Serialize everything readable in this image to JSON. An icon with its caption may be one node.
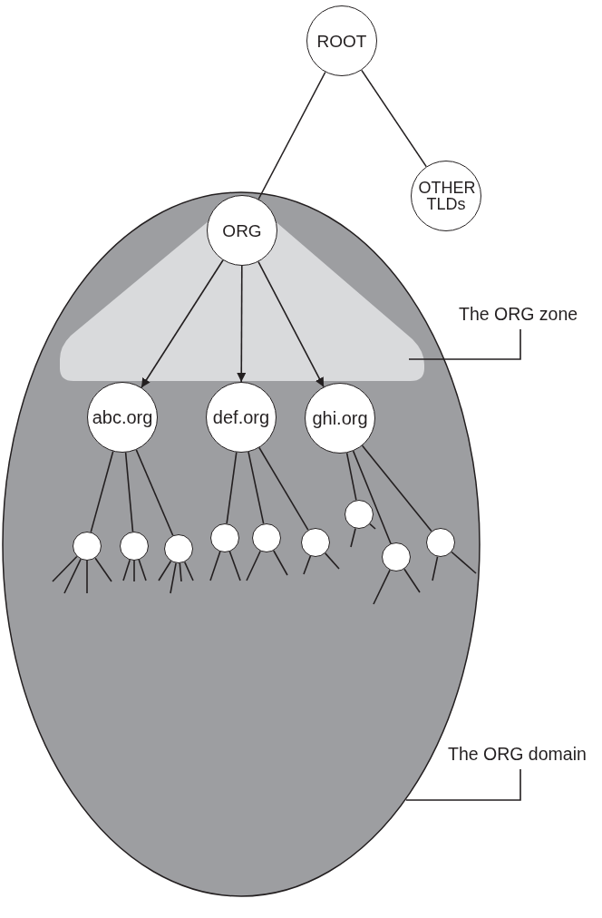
{
  "diagram": {
    "nodes": [
      {
        "text": [
          "ROOT"
        ]
      },
      {
        "text": [
          "OTHER TLDs"
        ]
      },
      {
        "text": [],
        "shape": "ellipse"
      },
      {
        "text": [],
        "shape": "triangle",
        "in": 2
      },
      {
        "text": [
          "ORG"
        ],
        "in": 3
      },
      {
        "text": [
          "The ORG zone"
        ]
      },
      {
        "text": [
          "abc.org"
        ],
        "in": 2
      },
      {
        "text": [
          "def.org"
        ],
        "in": 2
      },
      {
        "text": [
          "ghi.org"
        ],
        "in": 2
      },
      {
        "text": [],
        "shape": "circle",
        "in": 2
      },
      {
        "text": [],
        "shape": "circle",
        "in": 2
      },
      {
        "text": [],
        "shape": "circle",
        "in": 2
      },
      {
        "text": [],
        "shape": "circle",
        "in": 2
      },
      {
        "text": [],
        "shape": "circle",
        "in": 2
      },
      {
        "text": [],
        "shape": "circle",
        "in": 2
      },
      {
        "text": [],
        "shape": "circle",
        "in": 2
      },
      {
        "text": [],
        "shape": "circle",
        "in": 2
      },
      {
        "text": [],
        "shape": "circle",
        "in": 2
      },
      {
        "text": [
          "The ORG domain"
        ]
      }
    ],
    "edges": [
      {
        "from": 0,
        "to": 4,
        "arrow": "none"
      },
      {
        "from": 0,
        "to": 1,
        "arrow": "none"
      },
      {
        "from": 4,
        "to": 6,
        "arrow": "to"
      },
      {
        "from": 4,
        "to": 7,
        "arrow": "to"
      },
      {
        "from": 4,
        "to": 8,
        "arrow": "to"
      },
      {
        "from": 6,
        "to": 9,
        "arrow": "none"
      },
      {
        "from": 6,
        "to": 10,
        "arrow": "none"
      },
      {
        "from": 6,
        "to": 11,
        "arrow": "none"
      },
      {
        "from": 7,
        "to": 12,
        "arrow": "none"
      },
      {
        "from": 7,
        "to": 13,
        "arrow": "none"
      },
      {
        "from": 7,
        "to": 14,
        "arrow": "none"
      },
      {
        "from": 8,
        "to": 15,
        "arrow": "none"
      },
      {
        "from": 8,
        "to": 16,
        "arrow": "none"
      },
      {
        "from": 8,
        "to": 17,
        "arrow": "none"
      },
      {
        "from": 9,
        "to": null,
        "arrow": "none"
      },
      {
        "from": 9,
        "to": null,
        "arrow": "none"
      },
      {
        "from": 9,
        "to": null,
        "arrow": "none"
      },
      {
        "from": 9,
        "to": null,
        "arrow": "none"
      },
      {
        "from": 10,
        "to": null,
        "arrow": "none"
      },
      {
        "from": 10,
        "to": null,
        "arrow": "none"
      },
      {
        "from": 10,
        "to": null,
        "arrow": "none"
      },
      {
        "from": 11,
        "to": null,
        "arrow": "none"
      },
      {
        "from": 11,
        "to": null,
        "arrow": "none"
      },
      {
        "from": 11,
        "to": null,
        "arrow": "none"
      },
      {
        "from": 11,
        "to": null,
        "arrow": "none"
      },
      {
        "from": 12,
        "to": null,
        "arrow": "none"
      },
      {
        "from": 12,
        "to": null,
        "arrow": "none"
      },
      {
        "from": 13,
        "to": null,
        "arrow": "none"
      },
      {
        "from": 13,
        "to": null,
        "arrow": "none"
      },
      {
        "from": 14,
        "to": null,
        "arrow": "none"
      },
      {
        "from": 14,
        "to": null,
        "arrow": "none"
      },
      {
        "from": 15,
        "to": null,
        "arrow": "none"
      },
      {
        "from": 15,
        "to": null,
        "arrow": "none"
      },
      {
        "from": 16,
        "to": null,
        "arrow": "none"
      },
      {
        "from": 16,
        "to": null,
        "arrow": "none"
      },
      {
        "from": 17,
        "to": null,
        "arrow": "none"
      },
      {
        "from": 17,
        "to": null,
        "arrow": "none"
      },
      {
        "from": 5,
        "to": 3,
        "arrow": "none"
      },
      {
        "from": 18,
        "to": 2,
        "arrow": "none"
      }
    ]
  }
}
